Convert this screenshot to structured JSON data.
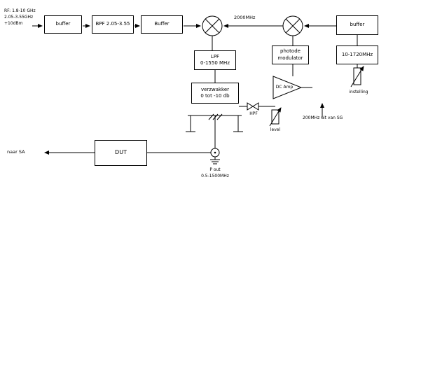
{
  "diagram": {
    "source": {
      "line1": "RF: 1.8-10 GHz",
      "line2": "2.05-3.55GHz",
      "line3": "+10dBm"
    },
    "blocks": {
      "buffer_in": "buffer",
      "bpf": "BPF 2.05-3.55",
      "buffer_2": "Buffer",
      "buffer_lo": "buffer",
      "lpf_line1": "LPF",
      "lpf_line2": "0-1550 MHz",
      "attenuator_line1": "verzwakker",
      "attenuator_line2": "0 tot -10 db",
      "modulator_line1": "photode",
      "modulator_line2": "modulator",
      "dds": "10-1720MHz",
      "dut": "DUT",
      "dc_amp": "DC Amp"
    },
    "labels": {
      "lo_freq": "2000MHz",
      "sg_input": "200MHz uit van SG",
      "level": "level",
      "setting": "instelling",
      "hpf": "HPF",
      "to_sa": "naar SA",
      "output_name": "P out",
      "output_range": "0.5-1500MHz"
    }
  }
}
